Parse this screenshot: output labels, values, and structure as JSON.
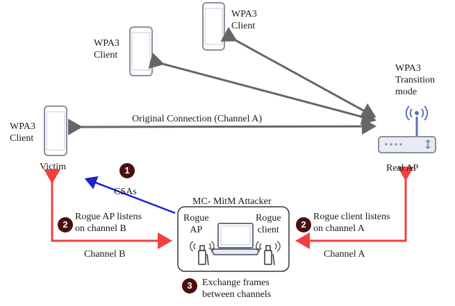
{
  "colors": {
    "gray_arrow": "#666666",
    "red_arrow": "#f04040",
    "blue_arrow": "#1f1fd6",
    "badge": "#4a0f0f"
  },
  "clients": {
    "top": {
      "label": "WPA3\nClient"
    },
    "mid": {
      "label": "WPA3\nClient"
    },
    "victim": {
      "label": "WPA3\nClient",
      "name": "Victim"
    }
  },
  "real_ap": {
    "label": "WPA3\nTransition\nmode",
    "name": "Real AP"
  },
  "original_connection": "Original Connection (Channel A)",
  "attacker": {
    "title": "MC- MitM Attacker",
    "rogue_ap": "Rogue\nAP",
    "rogue_client": "Rogue\nclient"
  },
  "steps": [
    {
      "number": "1",
      "text": "CSAs"
    },
    {
      "number": "2",
      "text": "Rogue AP listens\non channel B"
    },
    {
      "number": "2",
      "text": "Rogue client listens\non channel A"
    },
    {
      "number": "3",
      "text": "Exchange frames\nbetween channels"
    }
  ],
  "channel_left": "Channel B",
  "channel_right": "Channel A",
  "icons": [
    "smartphone-icon",
    "router-icon",
    "laptop-icon",
    "usb-adapter-icon"
  ]
}
